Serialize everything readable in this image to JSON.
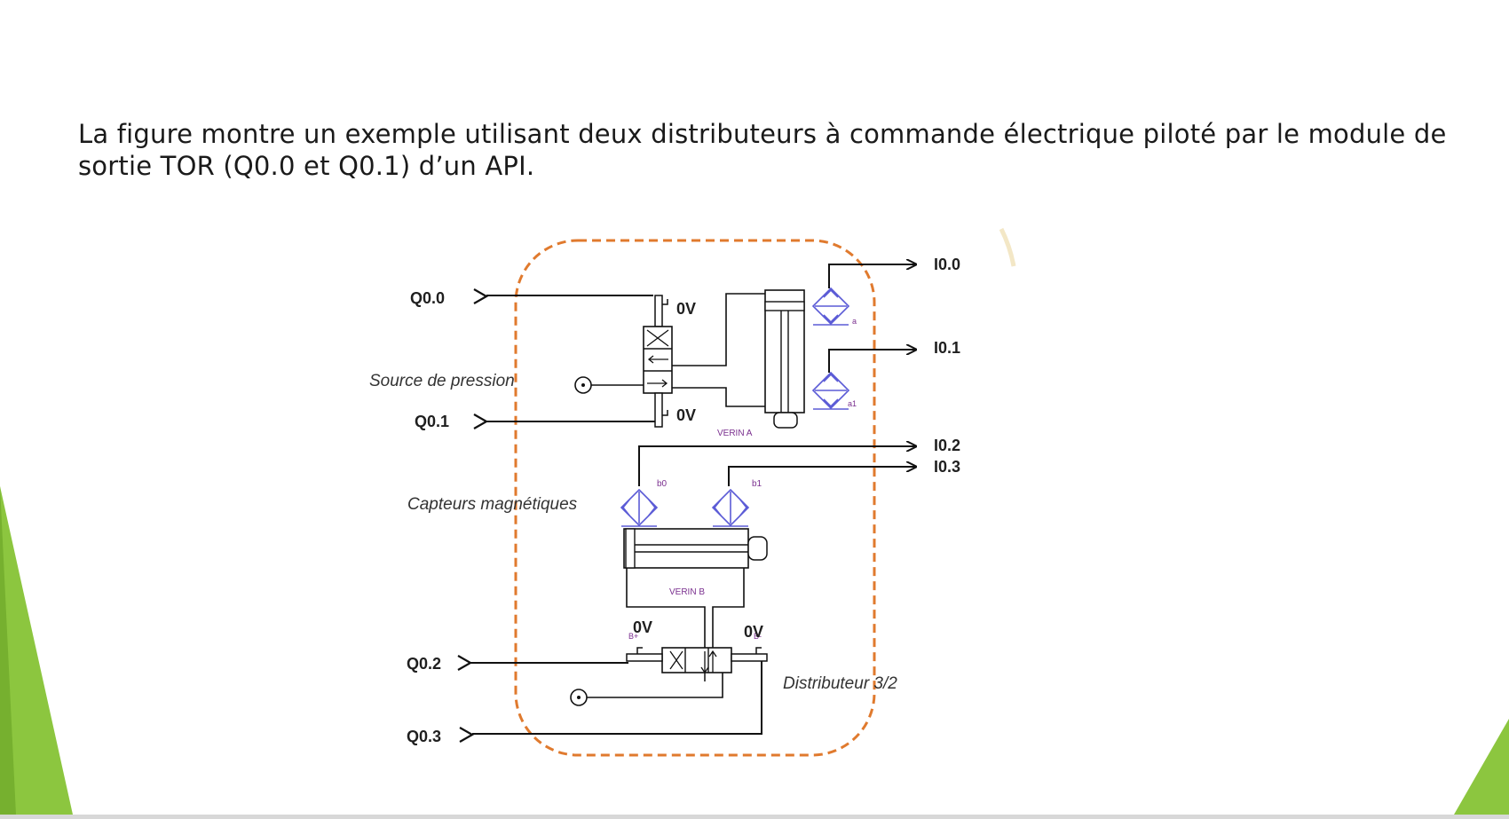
{
  "slide": {
    "text_line1": "La figure montre un exemple utilisant deux distributeurs à commande électrique piloté par le module de",
    "text_line2": "sortie TOR (Q0.0 et Q0.1) d’un API."
  },
  "diagram": {
    "outputs": {
      "q00": "Q0.0",
      "q01": "Q0.1",
      "q02": "Q0.2",
      "q03": "Q0.3"
    },
    "inputs": {
      "i00": "I0.0",
      "i01": "I0.1",
      "i02": "I0.2",
      "i03": "I0.3"
    },
    "ground": "0V",
    "pressure_source_label": "Source de pression",
    "sensors_label": "Capteurs magnétiques",
    "valve_label": "Distributeur 3/2",
    "cylinder_a": "VERIN A",
    "cylinder_b": "VERIN B",
    "sensor_tags": {
      "a": "a",
      "a1": "a1",
      "b0": "b0",
      "b1": "b1",
      "bplus": "B+",
      "bminus": "B-"
    }
  },
  "colors": {
    "enclosure": "#e07a2e",
    "wire": "#111111",
    "sensor": "#5b5bd6",
    "decor_green": "#8cc63f"
  }
}
